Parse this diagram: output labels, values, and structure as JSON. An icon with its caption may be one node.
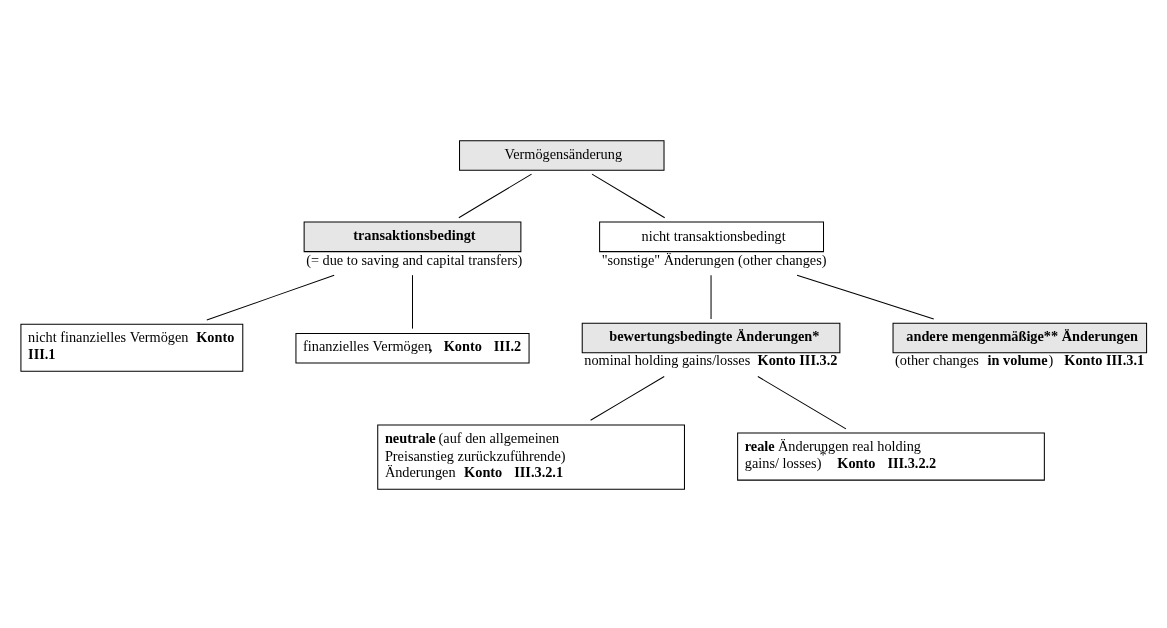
{
  "diagram": {
    "nodes": [
      {
        "text": [
          "Vermögensänderung"
        ]
      },
      {
        "text": [
          "transaktionsbedingt"
        ],
        "beside": [
          "(= due to saving and capital transfers)"
        ]
      },
      {
        "text": [
          "nicht transaktionsbedingt"
        ],
        "beside": [
          "\"sonstige\" Änderungen (other changes)"
        ]
      },
      {
        "text": [
          "nicht finanzielles Vermögen **Konto III.1**"
        ]
      },
      {
        "text": [
          "finanzielles Vermögen**, Konto III.2**"
        ]
      },
      {
        "text": [
          "bewertungsbedingte Änderungen*"
        ],
        "beside": [
          "nominal holding gains/losses **Konto III.3.2**"
        ]
      },
      {
        "text": [
          "andere mengenmäßige** Änderungen"
        ],
        "beside": [
          "(other changes **in volume**) **Konto III.3.1**"
        ]
      },
      {
        "text": [
          "**neutrale** (auf den allgemeinen Preisanstieg zurückzuführende) Änderungen **Konto III.3.2.1**"
        ]
      },
      {
        "text": [
          "**reale** Änderungen real holding gains/ losses)$^{*}$ **Konto III.3.2.2**"
        ]
      }
    ],
    "edges": [
      {
        "from": 0,
        "to": 1,
        "arrow": "none"
      },
      {
        "from": 0,
        "to": 2,
        "arrow": "none"
      },
      {
        "from": 1,
        "to": 3,
        "arrow": "none"
      },
      {
        "from": 1,
        "to": 4,
        "arrow": "none"
      },
      {
        "from": 2,
        "to": 5,
        "arrow": "none"
      },
      {
        "from": 2,
        "to": 6,
        "arrow": "none"
      },
      {
        "from": 5,
        "to": 7,
        "arrow": "none"
      },
      {
        "from": 5,
        "to": 8,
        "arrow": "none"
      }
    ]
  }
}
